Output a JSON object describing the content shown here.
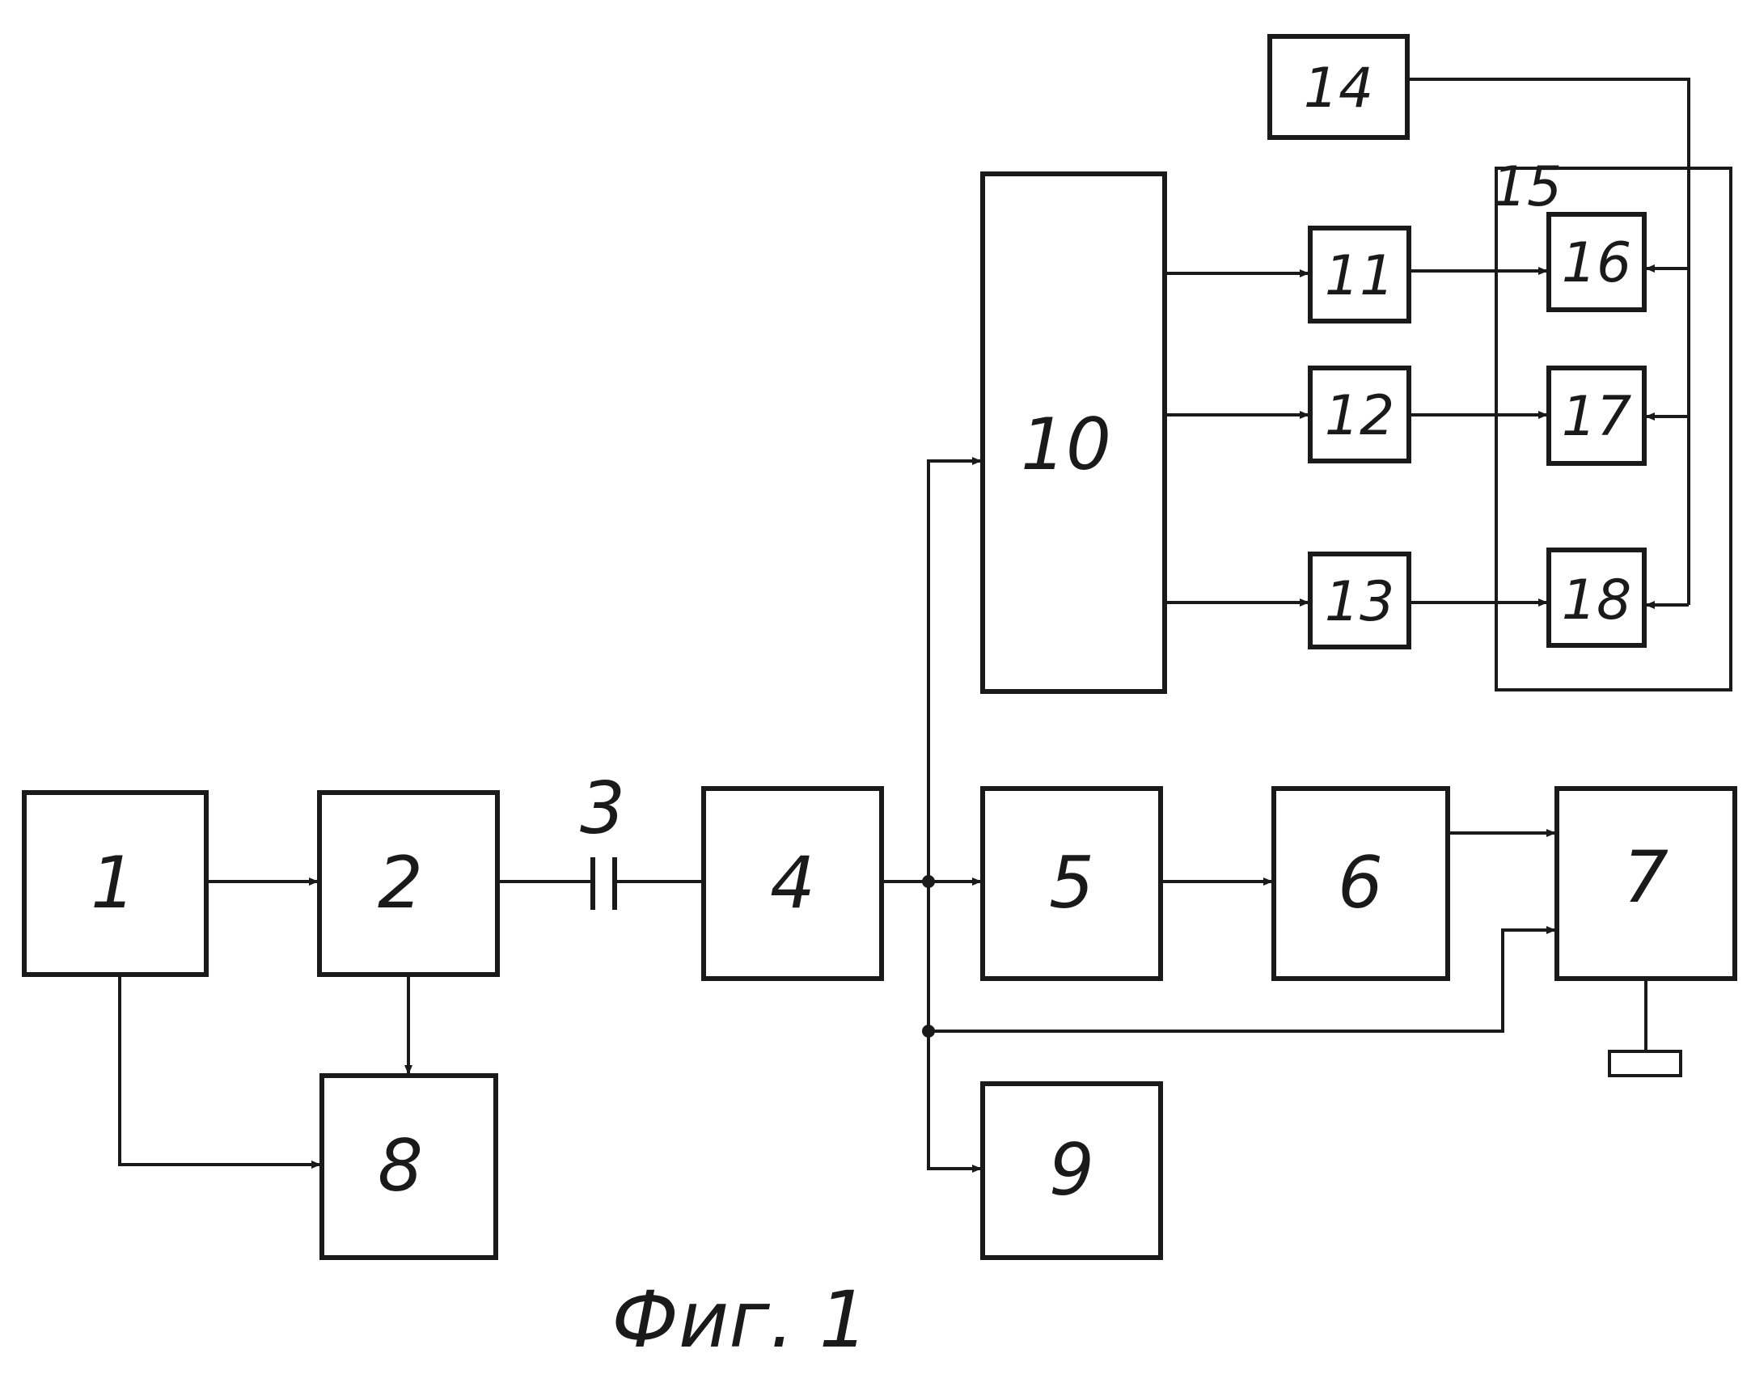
{
  "diagram": {
    "blocks": {
      "b1": "1",
      "b2": "2",
      "b4": "4",
      "b5": "5",
      "b6": "6",
      "b7": "7",
      "b8": "8",
      "b9": "9",
      "b10": "10",
      "b11": "11",
      "b12": "12",
      "b13": "13",
      "b14": "14",
      "b15": "15",
      "b16": "16",
      "b17": "17",
      "b18": "18"
    },
    "capacitor_label": "3",
    "caption": "Фиг. 1"
  }
}
